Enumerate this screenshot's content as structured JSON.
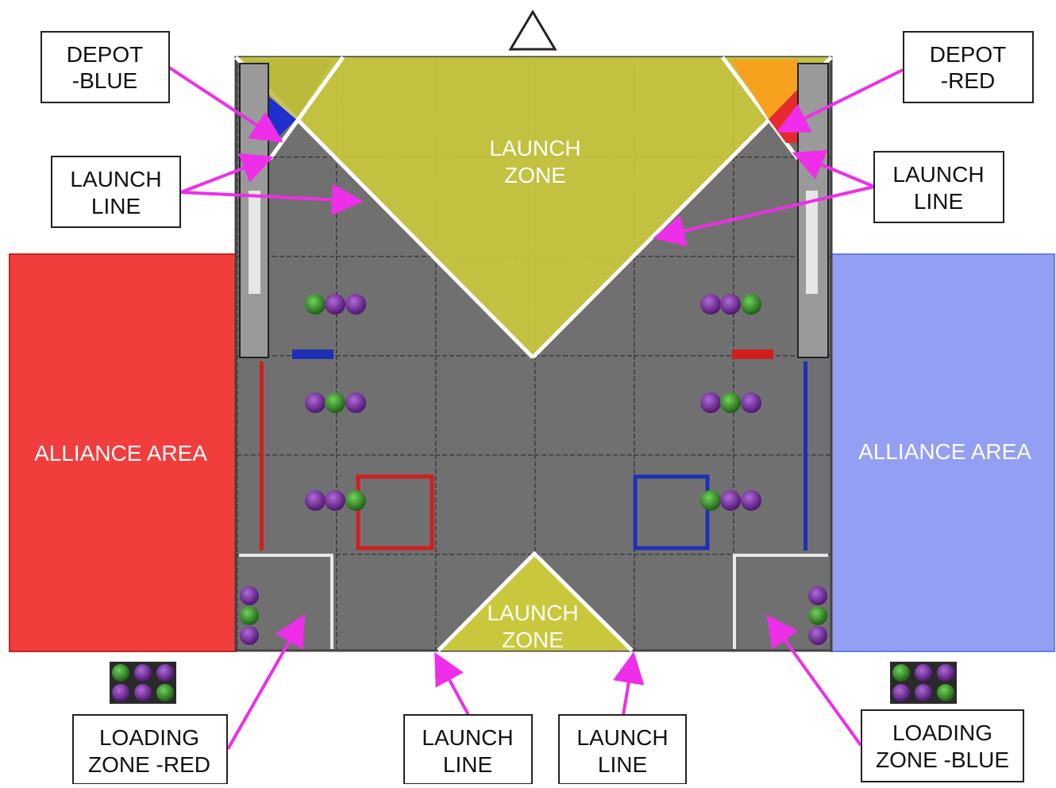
{
  "labels": {
    "depot_blue": [
      "DEPOT",
      "-BLUE"
    ],
    "depot_red": [
      "DEPOT",
      "-RED"
    ],
    "launch_line_left": [
      "LAUNCH",
      "LINE"
    ],
    "launch_line_right": [
      "LAUNCH",
      "LINE"
    ],
    "launch_zone_top": [
      "LAUNCH",
      "ZONE"
    ],
    "launch_zone_bottom": [
      "LAUNCH",
      "ZONE"
    ],
    "alliance_area_red": "ALLIANCE AREA",
    "alliance_area_blue": "ALLIANCE AREA",
    "loading_zone_red": [
      "LOADING",
      "ZONE -RED"
    ],
    "loading_zone_blue": [
      "LOADING",
      "ZONE -BLUE"
    ],
    "launch_line_bottom_left": [
      "LAUNCH",
      "LINE"
    ],
    "launch_line_bottom_right": [
      "LAUNCH",
      "LINE"
    ]
  },
  "colors": {
    "field": "#6b6b6b",
    "tile_seam": "#3a3a3a",
    "launch_zone": "#c9c83c",
    "red_alliance": "#f23d3d",
    "blue_alliance": "#939ff2",
    "arrow": "#ee2ee8",
    "ball_purple": "#7a2f9e",
    "ball_green": "#3b9a2c",
    "red_tape": "#d11e1e",
    "blue_tape": "#1c2fb5"
  },
  "icons": {
    "goal_marker": "triangle-outline-icon",
    "artifact": "ball-icon"
  }
}
